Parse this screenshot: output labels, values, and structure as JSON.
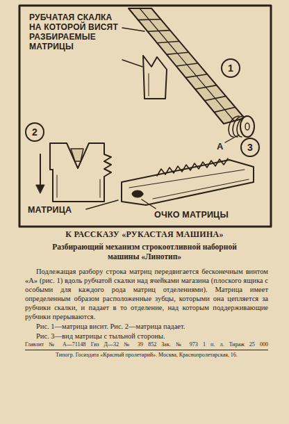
{
  "diagram": {
    "title": "К РАССКАЗУ «РУКАСТАЯ МАШИНА»",
    "nodes": [
      {
        "text": [
          "1"
        ]
      },
      {
        "text": [
          "2"
        ]
      },
      {
        "text": [
          "3"
        ]
      }
    ],
    "labels": [
      "РУБЧАТАЯ СКАЛКА НА КОТОРОЙ ВИСЯТ РАЗБИРАЕМЫЕ МАТРИЦЫ",
      "А",
      "МАТРИЦА",
      "ОЧКО МАТРИЦЫ",
      "Разбирающий механизм строкоотливной наборной машины «Линотип»",
      "Подлежащая разбору строка матриц передвигается бесконечным винтом «А» (рис. 1) вдоль рубчатой скалки над ячейками магазина (плоского ящика с особыми для каждого рода матриц отделениями). Матрица имеет определенным образом расположенные зубцы, которыми она цепляется за рубчики скалки, и падает в то отделение, над которым поддерживающие рубчики прерываются.",
      "Рис. 1—матрица висит. Рис. 2—матрица падает.",
      "Рис. 3—вид матрицы с тыльной стороны.",
      "Главлит № А—71148 Гиз Д—32 № 39 852 Зак. № 973 1 п. л. Тираж 25 000",
      "Типогр. Госиздата «Красный пролетарий». Москва, Краснопролетарская, 16."
    ]
  }
}
